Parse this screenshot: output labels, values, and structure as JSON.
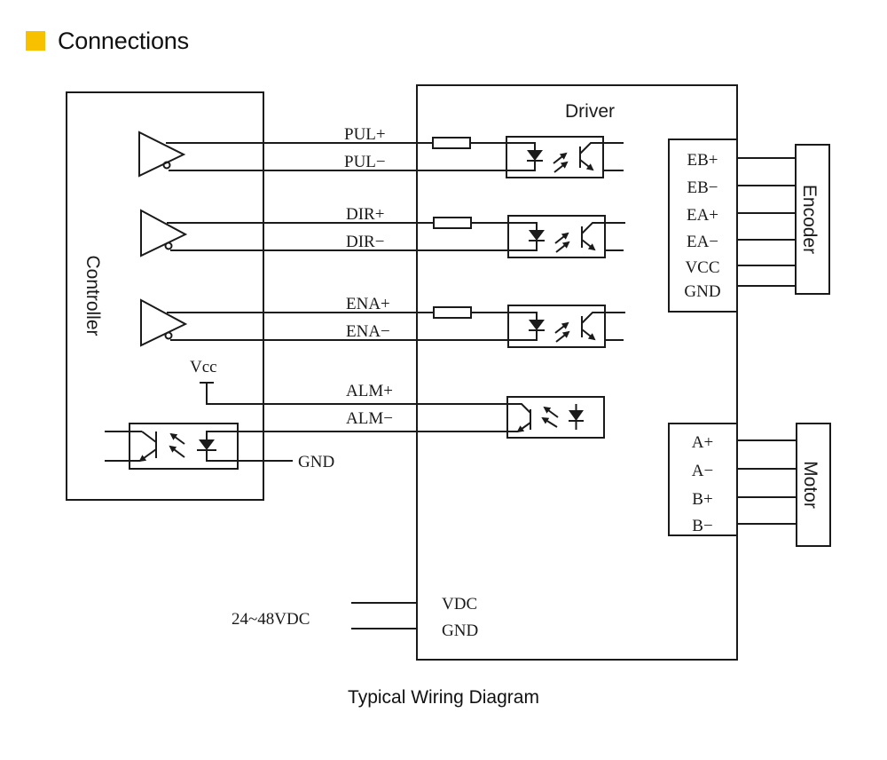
{
  "header": {
    "title": "Connections",
    "accent_color": "#f8c100",
    "icon": "square-bullet-icon"
  },
  "controller": {
    "label": "Controller",
    "vcc_label": "Vcc",
    "gnd_label": "GND"
  },
  "driver": {
    "label": "Driver",
    "input_signals": [
      {
        "plus": "PUL+",
        "minus": "PUL−"
      },
      {
        "plus": "DIR+",
        "minus": "DIR−"
      },
      {
        "plus": "ENA+",
        "minus": "ENA−"
      }
    ],
    "alarm_signal": {
      "plus": "ALM+",
      "minus": "ALM−"
    },
    "power_pins": [
      "VDC",
      "GND"
    ]
  },
  "encoder": {
    "label": "Encoder",
    "pins": [
      "EB+",
      "EB−",
      "EA+",
      "EA−",
      "VCC",
      "GND"
    ]
  },
  "motor": {
    "label": "Motor",
    "pins": [
      "A+",
      "A−",
      "B+",
      "B−"
    ]
  },
  "power_supply": {
    "label": "24~48VDC"
  },
  "caption": "Typical Wiring Diagram"
}
